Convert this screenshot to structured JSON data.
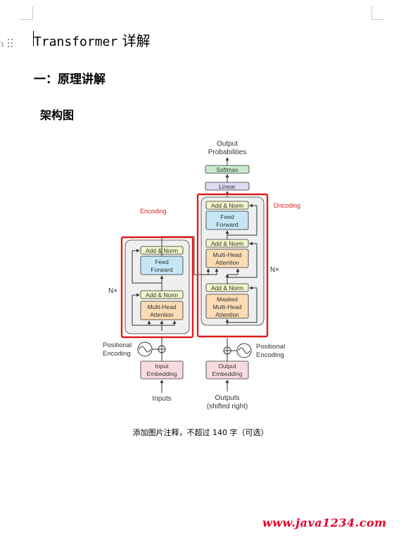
{
  "document": {
    "title_latin": "Transformer",
    "title_cn": "详解",
    "heading1": "一：原理讲解",
    "heading2": "架构图",
    "line_number": "1",
    "caption": "添加图片注释，不超过 140 字（可选）",
    "watermark": "www.java1234.com"
  },
  "diagram": {
    "output_probabilities": [
      "Output",
      "Probabilities"
    ],
    "softmax": "Softmax",
    "linear": "Linear",
    "encoding_label": "Encoding",
    "decoding_label": "Dncoding",
    "add_norm": "Add & Norm",
    "feed_forward": [
      "Feed",
      "Forward"
    ],
    "multi_head_attention": [
      "Multi-Head",
      "Attention"
    ],
    "masked_multi_head_attention": [
      "Masked",
      "Multi-Head",
      "Attention"
    ],
    "nx_left": "N×",
    "nx_right": "N×",
    "positional_encoding": [
      "Positional",
      "Encoding"
    ],
    "input_embedding": [
      "Input",
      "Embedding"
    ],
    "output_embedding": [
      "Output",
      "Embedding"
    ],
    "inputs": "Inputs",
    "outputs": [
      "Outputs",
      "(shifted right)"
    ]
  },
  "colors": {
    "highlight": "#e31b1b",
    "watermark": "#e6002d",
    "add_norm_fill": "#f2f5c9",
    "feed_forward_fill": "#c6e6f5",
    "attention_fill": "#fbdcb5",
    "embedding_fill": "#f8dbe0",
    "softmax_fill": "#c9ebcd",
    "linear_fill": "#dcdcf3",
    "stack_fill": "#efefef"
  }
}
